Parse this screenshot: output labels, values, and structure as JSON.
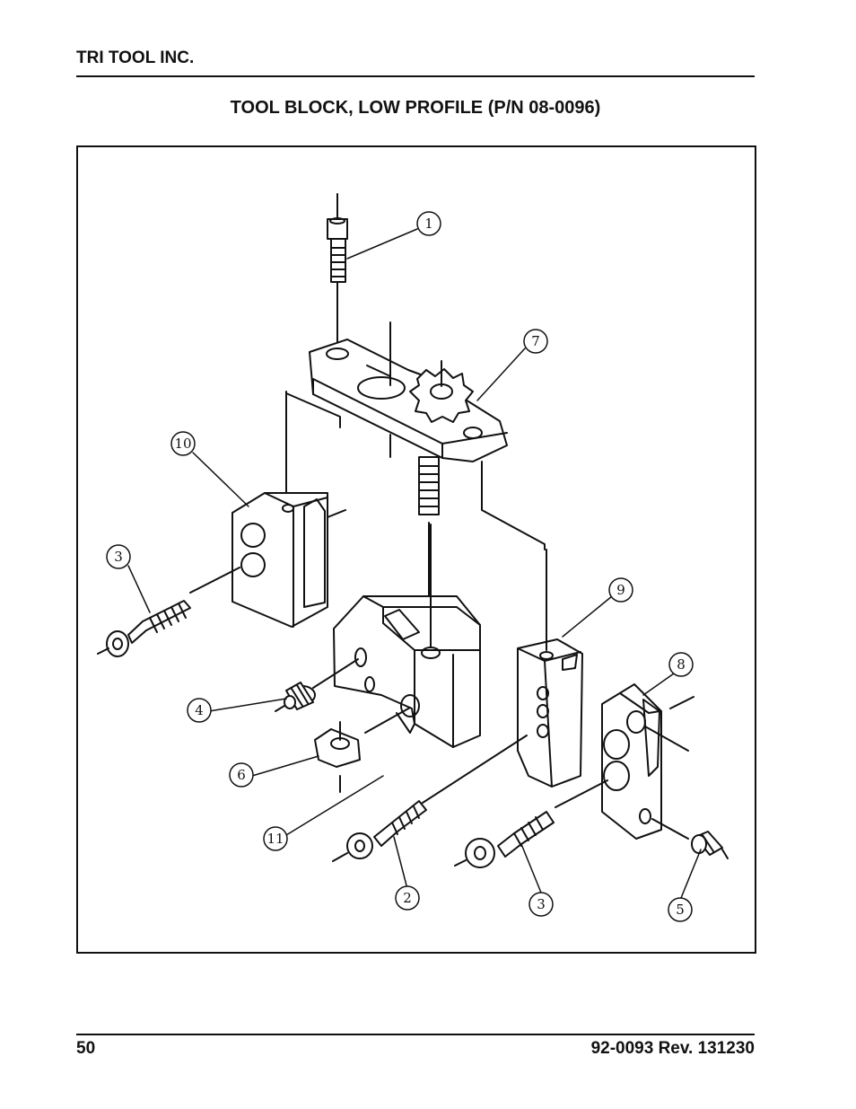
{
  "header": {
    "company": "TRI TOOL INC."
  },
  "page_title": "TOOL BLOCK, LOW PROFILE (P/N 08-0096)",
  "diagram": {
    "callouts": [
      {
        "id": "c1",
        "label": "1"
      },
      {
        "id": "c7",
        "label": "7"
      },
      {
        "id": "c10",
        "label": "10"
      },
      {
        "id": "c3a",
        "label": "3"
      },
      {
        "id": "c9",
        "label": "9"
      },
      {
        "id": "c8",
        "label": "8"
      },
      {
        "id": "c4",
        "label": "4"
      },
      {
        "id": "c6",
        "label": "6"
      },
      {
        "id": "c11",
        "label": "11"
      },
      {
        "id": "c2",
        "label": "2"
      },
      {
        "id": "c3b",
        "label": "3"
      },
      {
        "id": "c5",
        "label": "5"
      }
    ]
  },
  "footer": {
    "page_number": "50",
    "doc_number": "92-0093  Rev. 131230"
  }
}
